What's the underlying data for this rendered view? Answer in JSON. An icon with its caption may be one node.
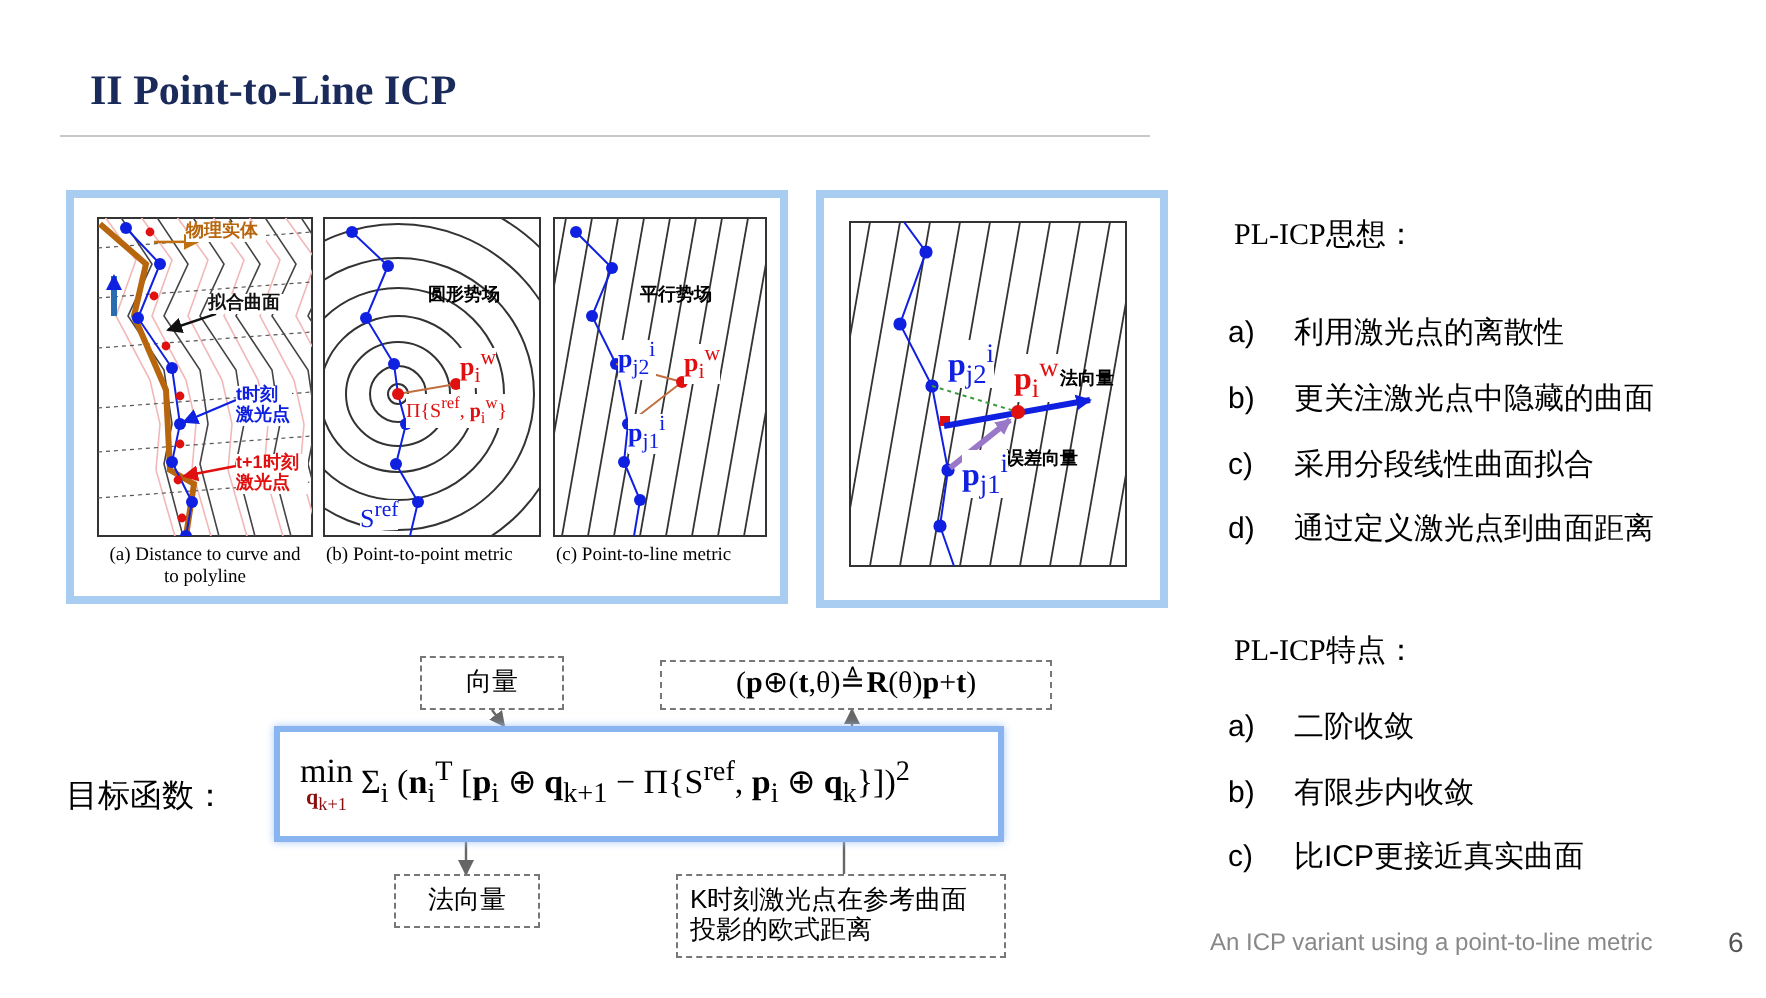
{
  "diagram": {
    "title": "II Point-to-Line ICP",
    "nodes": [
      {
        "text": [
          "min",
          "**q**$_{k+1}$",
          "Σ$_{i}$ (**n**$_{i}$$^{T}$ [**p**$_{i}$ ⊕ **q**$_{k+1}$ − Π{S$^{ref}$, **p**$_{i}$ ⊕ **q**$_{k}$}])$^{2}$"
        ]
      },
      {
        "text": [
          "向量"
        ]
      },
      {
        "text": [
          "法向量"
        ]
      },
      {
        "text": [
          "(**p**⊕(**t**,θ)≜**R**(θ)**p**+**t**)"
        ]
      },
      {
        "text": [
          "K时刻激光点在参考曲面投影的欧式距离"
        ]
      },
      {
        "text": [
          "物理实体"
        ]
      },
      {
        "text": [
          "拟合曲面"
        ]
      },
      {
        "text": [
          "t时刻激光点"
        ]
      },
      {
        "text": [
          "t+1时刻激光点"
        ]
      }
    ],
    "edges": [
      {
        "from": 1,
        "to": 0,
        "arrow": "to"
      },
      {
        "from": 0,
        "to": 2,
        "arrow": "to"
      },
      {
        "from": 0,
        "to": 3,
        "arrow": "to"
      },
      {
        "from": 0,
        "to": 4,
        "arrow": "none"
      },
      {
        "from": null,
        "to": 5,
        "arrow": "to",
        "color": "#c07010"
      },
      {
        "from": 6,
        "to": null,
        "arrow": "to",
        "color": "#111111"
      },
      {
        "from": 7,
        "to": null,
        "arrow": "to",
        "color": "#1020e0"
      },
      {
        "from": 8,
        "to": null,
        "arrow": "to",
        "color": "#e01010"
      }
    ],
    "labels": [
      "圆形势场",
      "**p**$_{i}$$^{w}$",
      "Π{S$^{ref}$, **p**$_{i}$$^{w}$}",
      "S$^{ref}$",
      "平行势场",
      "**p**$_{j2}$$^{i}$",
      "**p**$_{i}$$^{w}$",
      "**p**$_{j1}$$^{i}$",
      "(a) Distance to curve and to polyline",
      "(b) Point-to-point metric",
      "(c) Point-to-line metric",
      "**p**$_{j2}$$^{i}$",
      "**p**$_{i}$$^{w}$",
      "法向量",
      "误差向量",
      "**p**$_{j1}$$^{i}$",
      "目标函数：",
      "PL-ICP思想：",
      "a)",
      "利用激光点的离散性",
      "b)",
      "更关注激光点中隐藏的曲面",
      "c)",
      "采用分段线性曲面拟合",
      "d)",
      "通过定义激光点到曲面距离",
      "PL-ICP特点：",
      "a)",
      "二阶收敛",
      "b)",
      "有限步内收敛",
      "c)",
      "比ICP更接近真实曲面",
      "An ICP variant using a point-to-line metric",
      "6"
    ]
  }
}
